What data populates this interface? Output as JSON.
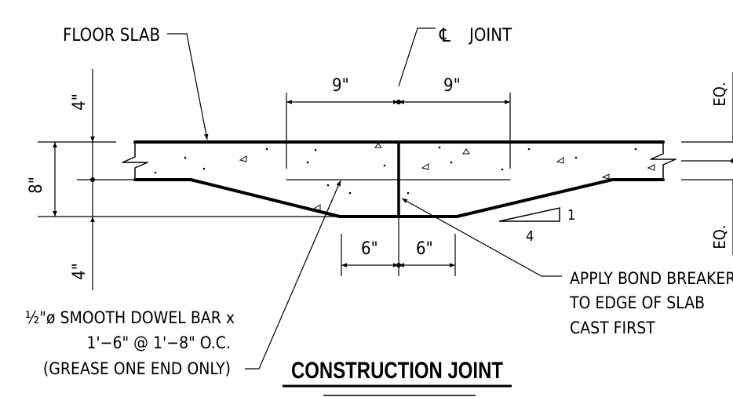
{
  "labels": {
    "floor_slab": "FLOOR SLAB",
    "cl_symbol": "℄",
    "joint": "JOINT",
    "dim_left_9": "9\"",
    "dim_right_9": "9\"",
    "dim_left_6": "6\"",
    "dim_right_6": "6\"",
    "dim_top_4": "4\"",
    "dim_slab_8": "8\"",
    "dim_bottom_4": "4\"",
    "eq_top": "EQ.",
    "eq_bottom": "EQ.",
    "slope_rise": "1",
    "slope_run": "4",
    "dowel_line1": "½\"ø SMOOTH DOWEL BAR x",
    "dowel_line2": "1'−6\" @ 1'−8\" O.C.",
    "dowel_line3": "(GREASE ONE END ONLY)",
    "bond_line1": "APPLY BOND BREAKER",
    "bond_line2": "TO EDGE OF SLAB",
    "bond_line3": "CAST FIRST",
    "title": "CONSTRUCTION JOINT"
  },
  "colors": {
    "ink": "#000000",
    "background": "#ffffff"
  }
}
